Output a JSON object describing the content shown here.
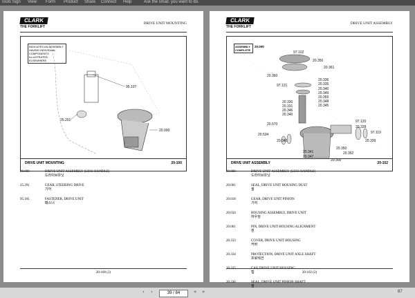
{
  "topbar": [
    "Tools Sign",
    "View",
    "Form",
    "Product",
    "Share",
    "Connect",
    "Help",
    "Ask the small. you want to do."
  ],
  "pages": [
    {
      "logo_mark": "CLARK",
      "logo_sub": "THE FORKLIFT",
      "header": "DRIVE UNIT MOUNTING",
      "note": "INDICATES AN ASSEMBLY HAVING INDIVIDUAL COMPONENTS ILLUSTRATED ELSEWHERE",
      "fig_label": "DRIVE UNIT MOUNTING",
      "fig_num": "20-100",
      "callouts": [
        "95.107",
        "25.201",
        "20.000"
      ],
      "rows": [
        {
          "pn": "20.000",
          "desc": "DRIVE UNIT ASSEMBLY (LESS HANDLE)",
          "ko": "드라이브유닛"
        },
        {
          "pn": "25.291",
          "desc": "GEAR, STEERING DRIVE",
          "ko": "기어"
        },
        {
          "pn": "95.101",
          "desc": "FASTENER, DRIVE UNIT",
          "ko": "패스너"
        }
      ],
      "footer": "20-100 (2)"
    },
    {
      "logo_mark": "CLARK",
      "logo_sub": "THE FORKLIFT",
      "header": "DRIVE UNIT ASSEMBLY",
      "note": "ASSEMBLY COMPLETE",
      "note_num": "20.000",
      "fig_label": "DRIVE UNIT ASSEMBLY",
      "fig_num": "20-102",
      "callouts": [
        "97.102",
        "20.350",
        "20.361",
        "20.360",
        "20.336",
        "20.335",
        "97.121",
        "20.340",
        "20.349",
        "20.355",
        "20.348",
        "20.330",
        "20.331",
        "20.345",
        "20.346",
        "20.340",
        "20.570",
        "20.534",
        "20.040",
        "97.120",
        "20.328",
        "97.119",
        "20.339",
        "20.341",
        "20.347",
        "20.350",
        "20.352",
        "20.300"
      ],
      "rows": [
        {
          "pn": "20.000",
          "desc": "DRIVE UNIT ASSEMBLY (LESS HANDLE)",
          "ko": "드라이브유닛"
        },
        {
          "pn": "20.001",
          "desc": "SEAL, DRIVE UNIT HOUSING DUST",
          "ko": "씰"
        },
        {
          "pn": "20.018",
          "desc": "GEAR, DRIVE UNIT PINION",
          "ko": "기어"
        },
        {
          "pn": "20.034",
          "desc": "HOUSING ASSEMBLY, DRIVE UNIT",
          "ko": "하우징"
        },
        {
          "pn": "20.061",
          "desc": "PIN, DRIVE UNIT HOUSING ALIGNMENT",
          "ko": "핀"
        },
        {
          "pn": "20.333",
          "desc": "COVER, DRIVE UNIT HOUSING",
          "ko": "커버"
        },
        {
          "pn": "20.334",
          "desc": "PROTECTION, DRIVE UNIT AXLE SHAFT",
          "ko": "프로텍션"
        },
        {
          "pn": "20.335",
          "desc": "CAP, DRIVE UNIT HOUSING",
          "ko": "캡"
        },
        {
          "pn": "20.336",
          "desc": "SEAL, DRIVE UNIT PINION SHAFT",
          "ko": "씰"
        }
      ],
      "footer": "20-102 (2)"
    }
  ],
  "status": {
    "page": "39 / 84",
    "zoom": "87"
  }
}
